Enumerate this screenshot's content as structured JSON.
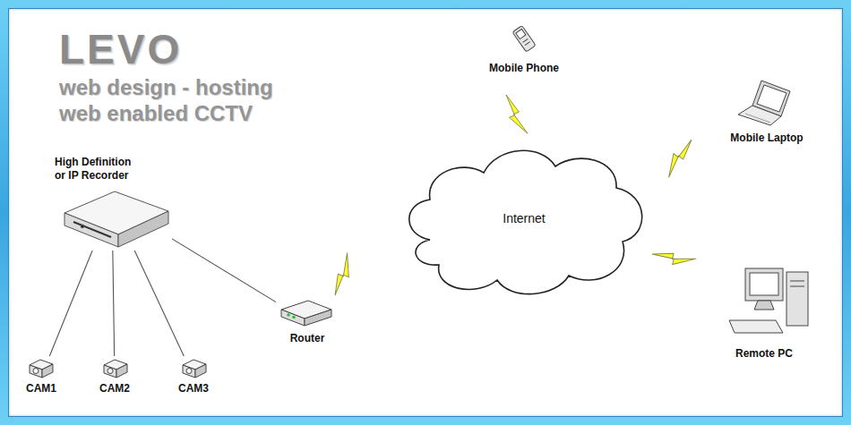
{
  "diagram": {
    "title": "LEVO",
    "nodes": [
      {
        "text": [
          "High Definition or IP Recorder"
        ]
      },
      {
        "text": [
          "CAM1"
        ]
      },
      {
        "text": [
          "CAM2"
        ]
      },
      {
        "text": [
          "CAM3"
        ]
      },
      {
        "text": [
          "Router"
        ]
      },
      {
        "text": [
          "Internet"
        ]
      },
      {
        "text": [
          "Mobile Phone"
        ]
      },
      {
        "text": [
          "Mobile Laptop"
        ]
      },
      {
        "text": [
          "Remote PC"
        ]
      }
    ],
    "edges": [
      {
        "from": 0,
        "to": 1,
        "arrow": "none"
      },
      {
        "from": 0,
        "to": 2,
        "arrow": "none"
      },
      {
        "from": 0,
        "to": 3,
        "arrow": "none"
      },
      {
        "from": 0,
        "to": 4,
        "arrow": "none"
      }
    ],
    "labels": [
      "web design - hosting",
      "web enabled CCTV"
    ]
  }
}
